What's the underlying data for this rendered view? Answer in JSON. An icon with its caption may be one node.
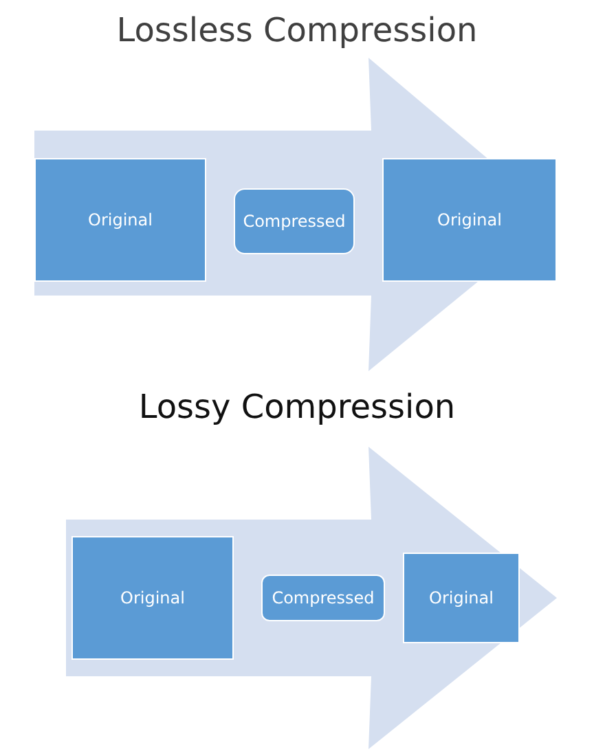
{
  "diagram": {
    "nodes": [
      {
        "text": [
          "Lossless Compression"
        ]
      },
      {
        "text": [
          "Original"
        ],
        "in": 0
      },
      {
        "text": [
          "Compressed"
        ],
        "in": 0
      },
      {
        "text": [
          "Original"
        ],
        "in": 0
      },
      {
        "text": [
          "Lossy Compression"
        ]
      },
      {
        "text": [
          "Original"
        ],
        "in": 4
      },
      {
        "text": [
          "Compressed"
        ],
        "in": 4
      },
      {
        "text": [
          "Original"
        ],
        "in": 4
      }
    ]
  }
}
